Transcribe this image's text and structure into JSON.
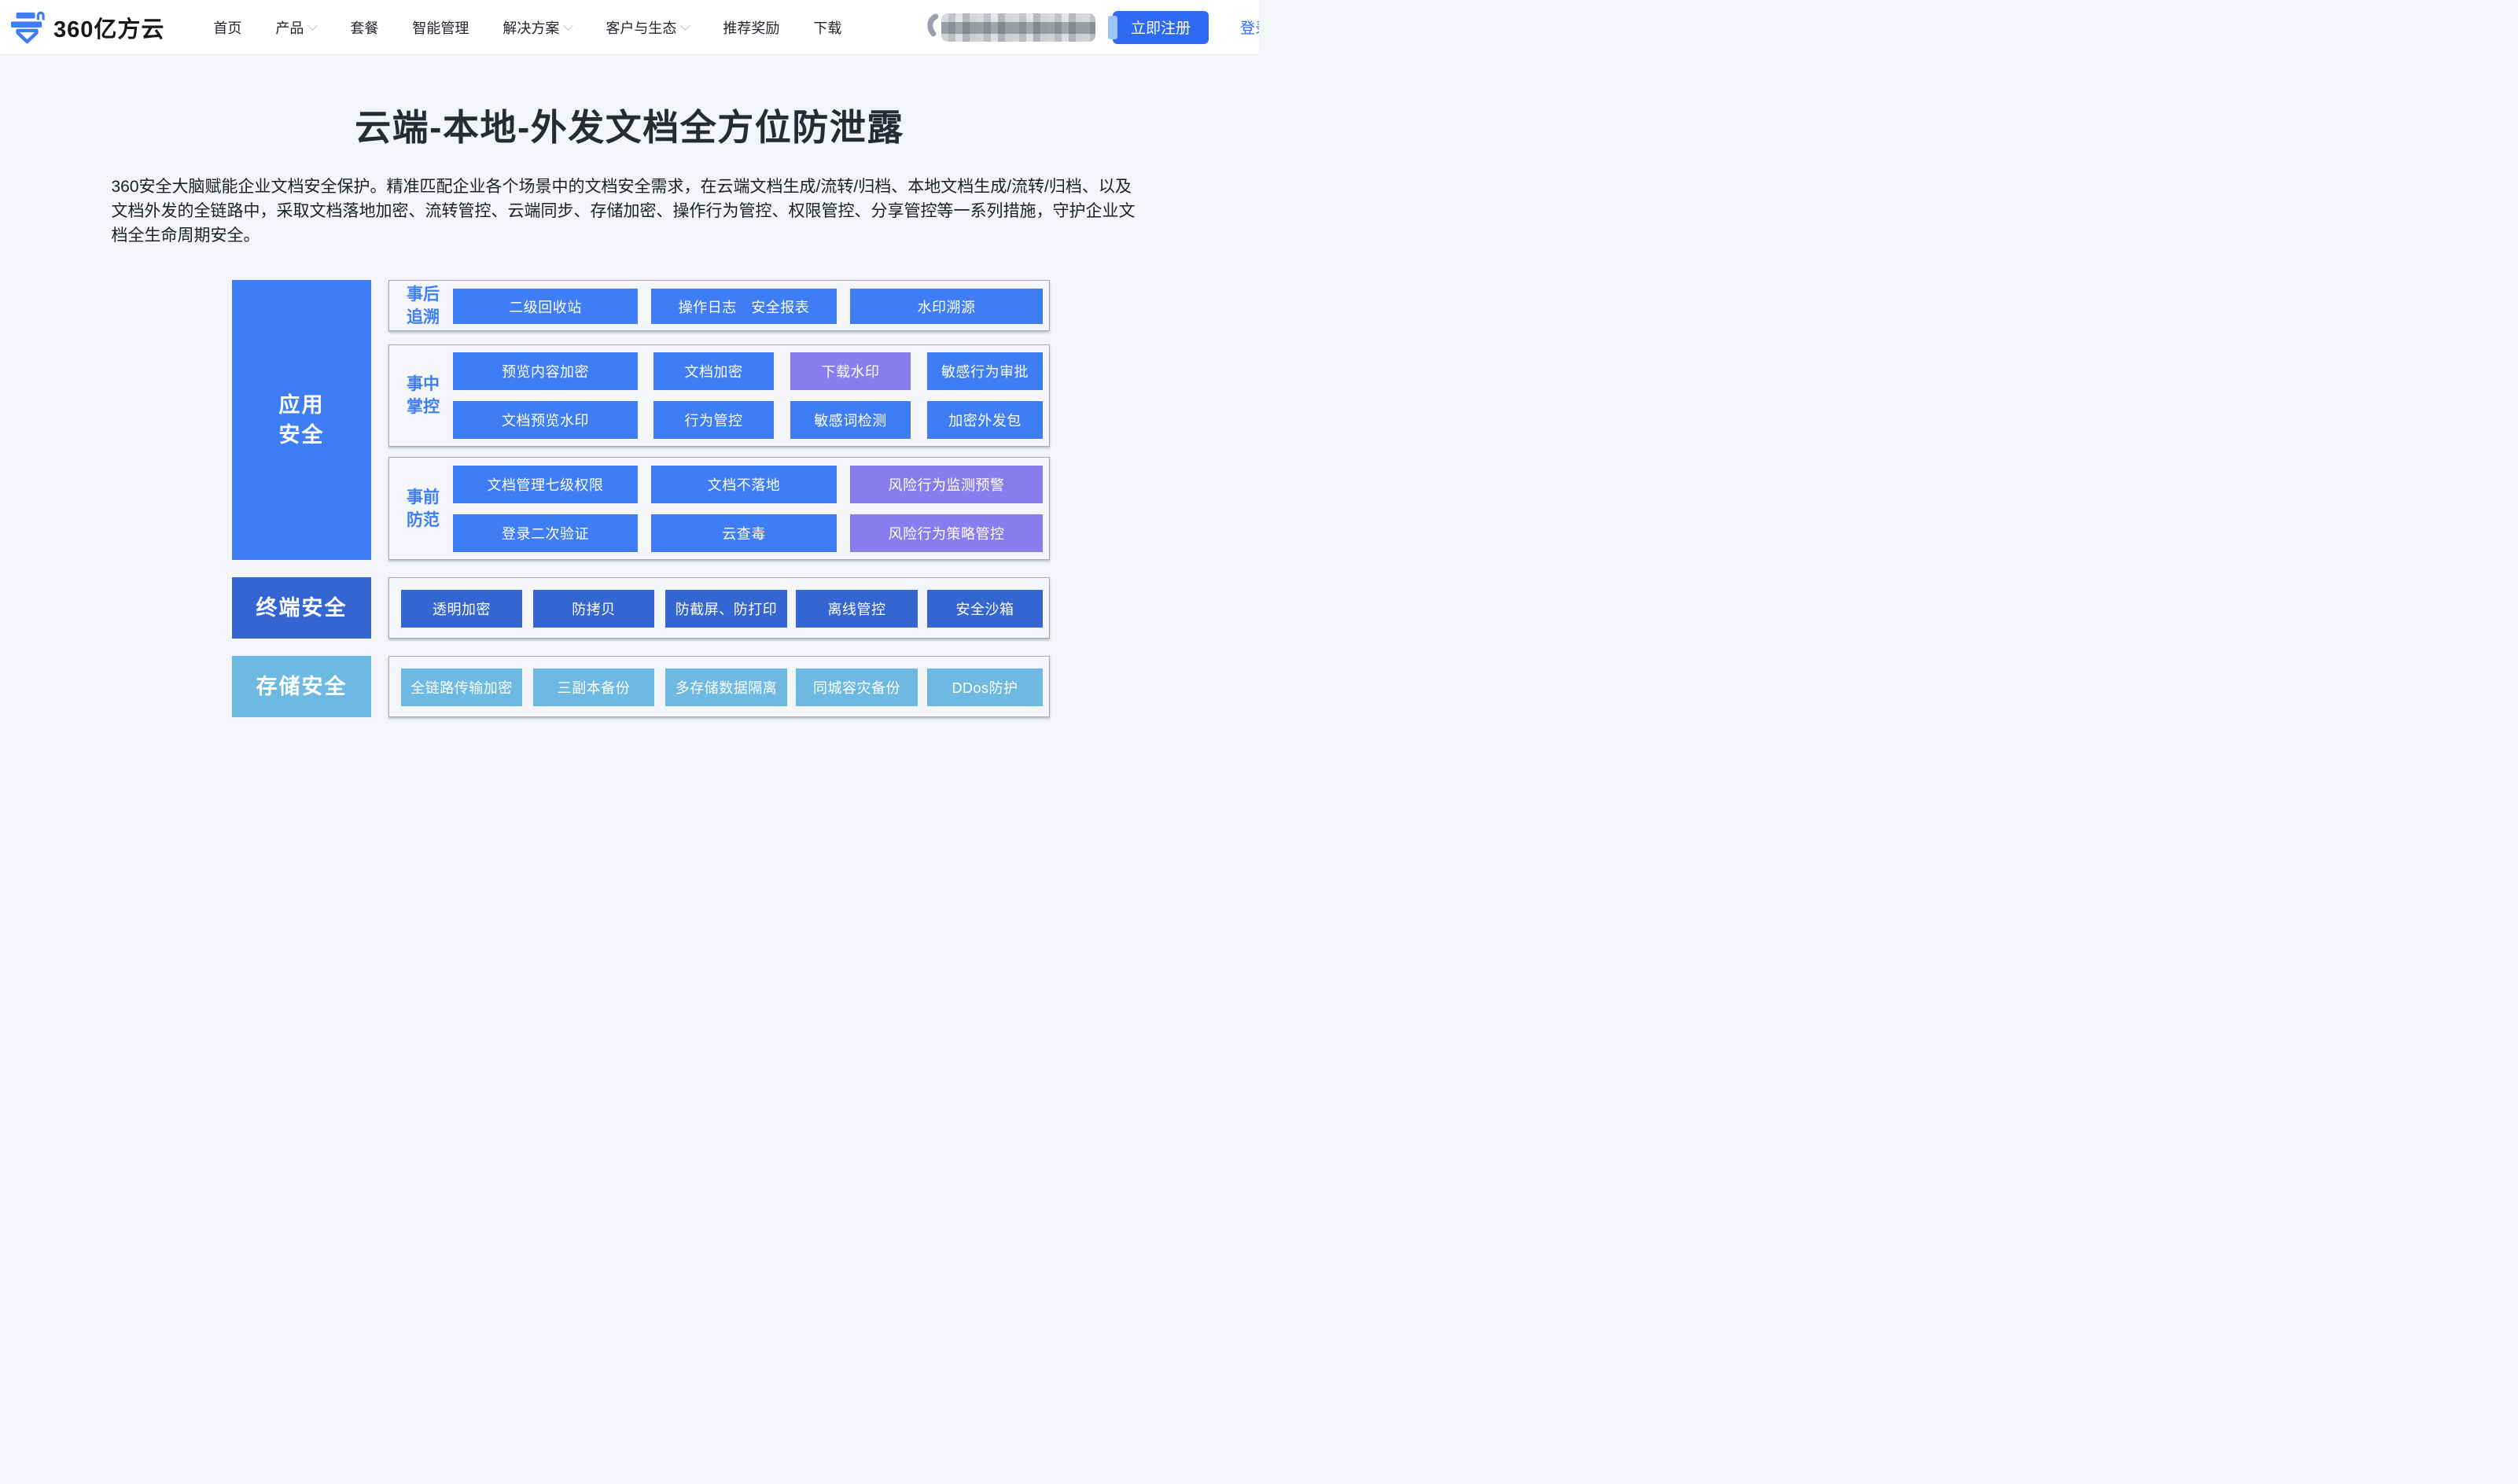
{
  "header": {
    "logo_text": "360亿方云",
    "nav": [
      {
        "label": "首页",
        "has_dropdown": false
      },
      {
        "label": "产品",
        "has_dropdown": true
      },
      {
        "label": "套餐",
        "has_dropdown": false
      },
      {
        "label": "智能管理",
        "has_dropdown": false
      },
      {
        "label": "解决方案",
        "has_dropdown": true
      },
      {
        "label": "客户与生态",
        "has_dropdown": true
      },
      {
        "label": "推荐奖励",
        "has_dropdown": false
      },
      {
        "label": "下载",
        "has_dropdown": false
      }
    ],
    "censored_phone": "mosaic-blurred-phone-number",
    "register_button": "立即注册",
    "login_link": "登录"
  },
  "hero": {
    "title": "云端-本地-外发文档全方位防泄露",
    "description": "360安全大脑赋能企业文档安全保护。精准匹配企业各个场景中的文档安全需求，在云端文档生成/流转/归档、本地文档生成/流转/归档、以及文档外发的全链路中，采取文档落地加密、流转管控、云端同步、存储加密、操作行为管控、权限管控、分享管控等一系列措施，守护企业文档全生命周期安全。"
  },
  "diagram": {
    "side": [
      {
        "id": "app",
        "lines": [
          "应用",
          "安全"
        ],
        "variant": "blue"
      },
      {
        "id": "terminal",
        "lines": [
          "终端安全"
        ],
        "variant": "dark"
      },
      {
        "id": "storage",
        "lines": [
          "存储安全"
        ],
        "variant": "light"
      }
    ],
    "groups": [
      {
        "id": "post-trace",
        "label_lines": [
          "事后",
          "追溯"
        ],
        "rows": [
          [
            {
              "text": "二级回收站",
              "variant": "blue"
            },
            {
              "text": "操作日志　安全报表",
              "variant": "blue"
            },
            {
              "text": "水印溯源",
              "variant": "blue"
            }
          ]
        ]
      },
      {
        "id": "in-process",
        "label_lines": [
          "事中",
          "掌控"
        ],
        "rows": [
          [
            {
              "text": "预览内容加密",
              "variant": "blue"
            },
            {
              "text": "文档加密",
              "variant": "blue"
            },
            {
              "text": "下载水印",
              "variant": "purple"
            },
            {
              "text": "敏感行为审批",
              "variant": "blue"
            }
          ],
          [
            {
              "text": "文档预览水印",
              "variant": "blue"
            },
            {
              "text": "行为管控",
              "variant": "blue"
            },
            {
              "text": "敏感词检测",
              "variant": "blue"
            },
            {
              "text": "加密外发包",
              "variant": "blue"
            }
          ]
        ]
      },
      {
        "id": "pre-prevent",
        "label_lines": [
          "事前",
          "防范"
        ],
        "rows": [
          [
            {
              "text": "文档管理七级权限",
              "variant": "blue"
            },
            {
              "text": "文档不落地",
              "variant": "blue"
            },
            {
              "text": "风险行为监测预警",
              "variant": "purple"
            }
          ],
          [
            {
              "text": "登录二次验证",
              "variant": "blue"
            },
            {
              "text": "云查毒",
              "variant": "blue"
            },
            {
              "text": "风险行为策略管控",
              "variant": "purple"
            }
          ]
        ]
      },
      {
        "id": "terminal-items",
        "label_lines": [],
        "rows": [
          [
            {
              "text": "透明加密",
              "variant": "dark"
            },
            {
              "text": "防拷贝",
              "variant": "dark"
            },
            {
              "text": "防截屏、防打印",
              "variant": "dark"
            },
            {
              "text": "离线管控",
              "variant": "dark"
            },
            {
              "text": "安全沙箱",
              "variant": "dark"
            }
          ]
        ]
      },
      {
        "id": "storage-items",
        "label_lines": [],
        "rows": [
          [
            {
              "text": "全链路传输加密",
              "variant": "light"
            },
            {
              "text": "三副本备份",
              "variant": "light"
            },
            {
              "text": "多存储数据隔离",
              "variant": "light"
            },
            {
              "text": "同城容灾备份",
              "variant": "light"
            },
            {
              "text": "DDos防护",
              "variant": "light"
            }
          ]
        ]
      }
    ]
  },
  "colors": {
    "blue": "#3f7df4",
    "dark": "#3565d0",
    "light": "#6db9e1",
    "purple": "#8a7bee",
    "link_blue": "#2e6bf2",
    "label_blue": "#3f7df4",
    "logo_blue": "#3f7df4"
  }
}
